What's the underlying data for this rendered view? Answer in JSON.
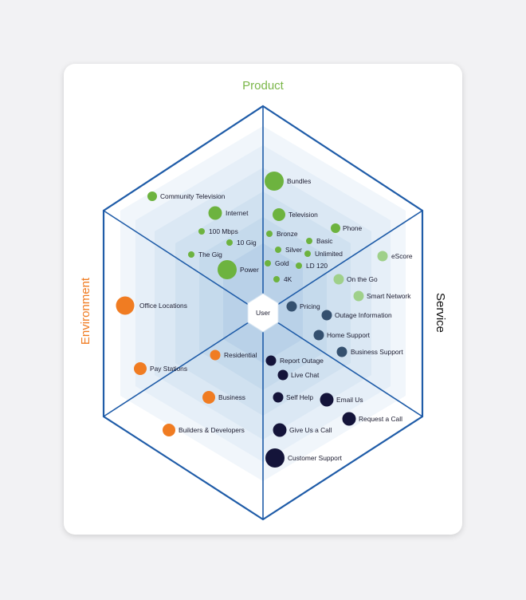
{
  "sections": {
    "product": {
      "label": "Product",
      "color": "#7ab648"
    },
    "service": {
      "label": "Service",
      "color": "#111111"
    },
    "environment": {
      "label": "Environment",
      "color": "#f07c22"
    }
  },
  "center_label": "User",
  "colors": {
    "frame": "#1f5ca8",
    "product_dark": "#6db33f",
    "product_light": "#9fd08a",
    "service_slate": "#34506f",
    "service_navy": "#14143a",
    "environment": "#f07c22"
  },
  "nodes": [
    {
      "label": "Bundles",
      "group": "product_dark"
    },
    {
      "label": "Community Television",
      "group": "product_dark"
    },
    {
      "label": "Internet",
      "group": "product_dark"
    },
    {
      "label": "Television",
      "group": "product_dark"
    },
    {
      "label": "100 Mbps",
      "group": "product_dark"
    },
    {
      "label": "Phone",
      "group": "product_dark"
    },
    {
      "label": "Bronze",
      "group": "product_dark"
    },
    {
      "label": "10 Gig",
      "group": "product_dark"
    },
    {
      "label": "Basic",
      "group": "product_dark"
    },
    {
      "label": "The Gig",
      "group": "product_dark"
    },
    {
      "label": "Silver",
      "group": "product_dark"
    },
    {
      "label": "Unlimited",
      "group": "product_dark"
    },
    {
      "label": "Gold",
      "group": "product_dark"
    },
    {
      "label": "LD 120",
      "group": "product_dark"
    },
    {
      "label": "Power",
      "group": "product_dark"
    },
    {
      "label": "4K",
      "group": "product_dark"
    },
    {
      "label": "eScore",
      "group": "product_light"
    },
    {
      "label": "On the Go",
      "group": "product_light"
    },
    {
      "label": "Smart Network",
      "group": "product_light"
    },
    {
      "label": "Pricing",
      "group": "service_slate"
    },
    {
      "label": "Outage Information",
      "group": "service_slate"
    },
    {
      "label": "Home Support",
      "group": "service_slate"
    },
    {
      "label": "Business Support",
      "group": "service_slate"
    },
    {
      "label": "Report Outage",
      "group": "service_navy"
    },
    {
      "label": "Live Chat",
      "group": "service_navy"
    },
    {
      "label": "Self Help",
      "group": "service_navy"
    },
    {
      "label": "Email Us",
      "group": "service_navy"
    },
    {
      "label": "Request a Call",
      "group": "service_navy"
    },
    {
      "label": "Give Us a Call",
      "group": "service_navy"
    },
    {
      "label": "Customer Support",
      "group": "service_navy"
    },
    {
      "label": "Office Locations",
      "group": "environment"
    },
    {
      "label": "Pay Stations",
      "group": "environment"
    },
    {
      "label": "Residential",
      "group": "environment"
    },
    {
      "label": "Business",
      "group": "environment"
    },
    {
      "label": "Builders & Developers",
      "group": "environment"
    }
  ]
}
